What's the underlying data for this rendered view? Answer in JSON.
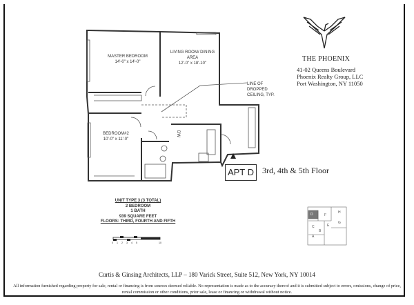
{
  "brand": {
    "name": "THE PHOENIX",
    "address_lines": [
      "41-02 Queens Boulevard",
      "Phoenix Realty Group, LLC",
      "Port Washington, NY 11050"
    ]
  },
  "plan": {
    "rooms": [
      {
        "name": "MASTER BEDROOM",
        "size": "14'-0\" x 14'-0\""
      },
      {
        "name": "LIVING ROOM/ DINING AREA",
        "size": "12'-0\" x 18'-10\""
      },
      {
        "name": "BEDROOM#2",
        "size": "10'-0\" x 11'-0\""
      }
    ],
    "note": "LINE OF DROPPED CEILING, TYP.",
    "dw": "DW",
    "apartment": "APT D",
    "floors": "3rd, 4th & 5th Floor"
  },
  "unit_info": {
    "type": "UNIT TYPE 3 (3 TOTAL)",
    "bedrooms": "2 BEDROOM",
    "baths": "1 BATH",
    "area": "939 SQUARE FEET",
    "floors": "FLOORS: THIRD, FOURTH AND FIFTH"
  },
  "scale_ticks": [
    "0",
    "1",
    "2",
    "3",
    "4",
    "5",
    "10"
  ],
  "key_plan": {
    "labels": [
      "A",
      "B",
      "C",
      "D",
      "E",
      "F",
      "G",
      "H"
    ]
  },
  "footer": {
    "architect": "Curtis & Ginsing Architects, LLP – 180 Varick Street, Suite 512, New York, NY 10014",
    "disclaimer": "All information furnished regarding property for sale, rental or financing is from sources deemed reliable. No representation is made as to the accuracy thereof and it is submitted subject to errors, omissions, change of price, rental commission or other conditions, prior sale, lease or financing or withdrawal without notice."
  }
}
